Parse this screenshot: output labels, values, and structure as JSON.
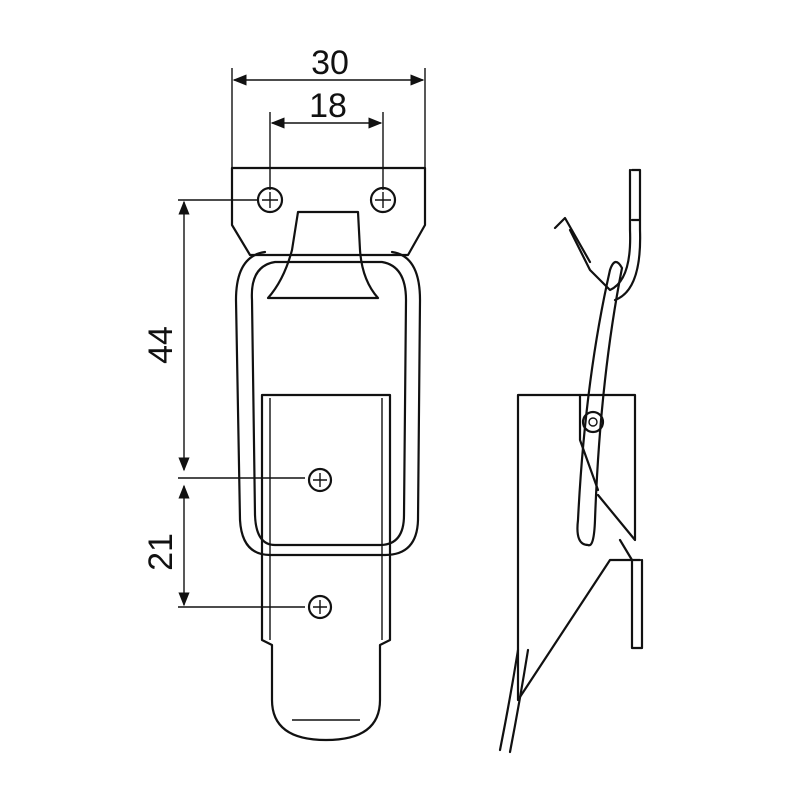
{
  "dimensions": {
    "overall_width": "30",
    "hole_spacing": "18",
    "height_upper": "44",
    "height_lower": "21"
  },
  "colors": {
    "line": "#111111",
    "background": "#ffffff"
  }
}
